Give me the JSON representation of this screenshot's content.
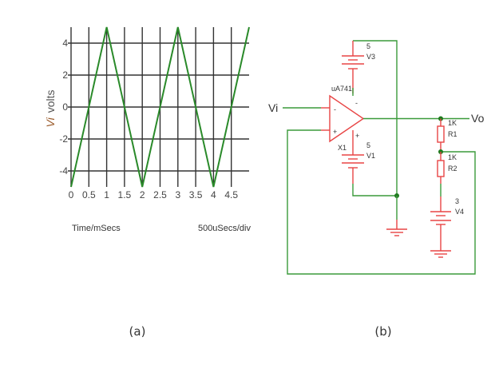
{
  "figure": {
    "panel_a_label": "(a)",
    "panel_b_label": "(b)"
  },
  "chart_data": {
    "type": "line",
    "title": "",
    "xlabel": "Time/mSecs",
    "xlabel_right": "500uSecs/div",
    "ylabel_symbol": "Vi",
    "ylabel_unit": "volts",
    "xlim": [
      0,
      5
    ],
    "ylim": [
      -5,
      5
    ],
    "grid": true,
    "x_ticks": [
      0,
      0.5,
      1,
      1.5,
      2,
      2.5,
      3,
      3.5,
      4,
      4.5
    ],
    "x_tick_labels": [
      "0",
      "0.5",
      "1",
      "1.5",
      "2",
      "2.5",
      "3",
      "3.5",
      "4",
      "4.5"
    ],
    "y_ticks": [
      4,
      2,
      0,
      -2,
      -4
    ],
    "y_tick_labels": [
      "4",
      "2",
      "0",
      "-2",
      "-4"
    ],
    "series": [
      {
        "name": "Vi",
        "color": "#2a8a2a",
        "x": [
          0,
          1,
          2,
          3,
          4,
          5
        ],
        "y": [
          -5,
          5,
          -5,
          5,
          -5,
          5
        ]
      }
    ]
  },
  "circuit": {
    "input_label": "Vi",
    "output_label": "Vo",
    "opamp": {
      "part": "uA741",
      "ref": "X1",
      "inv_sign": "-",
      "noninv_sign": "+",
      "vneg_sign": "-",
      "vpos_sign": "+"
    },
    "v3": {
      "value": "5",
      "ref": "V3"
    },
    "v1": {
      "value": "5",
      "ref": "V1"
    },
    "v4": {
      "value": "3",
      "ref": "V4"
    },
    "r1": {
      "value": "1K",
      "ref": "R1"
    },
    "r2": {
      "value": "1K",
      "ref": "R2"
    },
    "colors": {
      "wire": "#3a9a3a",
      "component": "#e84545",
      "junction": "#1e7a1e"
    }
  }
}
